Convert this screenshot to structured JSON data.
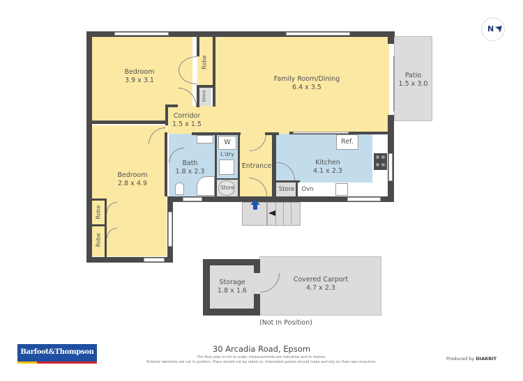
{
  "compass": {
    "letter": "N",
    "accent": "#1e3a7b"
  },
  "rooms": {
    "bedroom1": {
      "name": "Bedroom",
      "size": "3.9 x 3.1"
    },
    "robe1": {
      "name": "Robe"
    },
    "store1": {
      "name": "Store"
    },
    "family": {
      "name": "Family Room/Dining",
      "size": "6.4 x 3.5"
    },
    "patio": {
      "name": "Patio",
      "size": "1.5 x 3.0"
    },
    "corridor": {
      "name": "Corridor",
      "size": "1.5 x 1.5"
    },
    "bedroom2": {
      "name": "Bedroom",
      "size": "2.8 x 4.9"
    },
    "robe2": {
      "name": "Robe"
    },
    "robe3": {
      "name": "Robe"
    },
    "bath": {
      "name": "Bath",
      "size": "1.8 x 2.3"
    },
    "washer": {
      "name": "W"
    },
    "laundry": {
      "name": "L'dry"
    },
    "store2": {
      "name": "Store"
    },
    "entrance": {
      "name": "Entrance"
    },
    "kitchen": {
      "name": "Kitchen",
      "size": "4.1 x 2.3"
    },
    "fridge": {
      "name": "Ref."
    },
    "store3": {
      "name": "Store"
    },
    "oven": {
      "name": "Ovn"
    },
    "storage": {
      "name": "Storage",
      "size": "1.8 x 1.6"
    },
    "carport": {
      "name": "Covered Carport",
      "size": "4.7 x 2.3"
    }
  },
  "outbuilding_note": "(Not In Position)",
  "footer": {
    "brand": "Barfoot&Thompson",
    "brand_colors": {
      "blue": "#1f4fa0",
      "red": "#d22630",
      "yellow": "#f3c300"
    },
    "address": "30 Arcadia Road, Epsom",
    "disclaimer_line1": "The floor plan is not to scale; measurements are indicative and in metres.",
    "disclaimer_line2": "Exterior elements are not in position. Plans should not be relied on. Interested parties should make and rely on their own enquiries.",
    "produced_by_prefix": "Produced by",
    "produced_by_brand": "DIAKRIT"
  }
}
